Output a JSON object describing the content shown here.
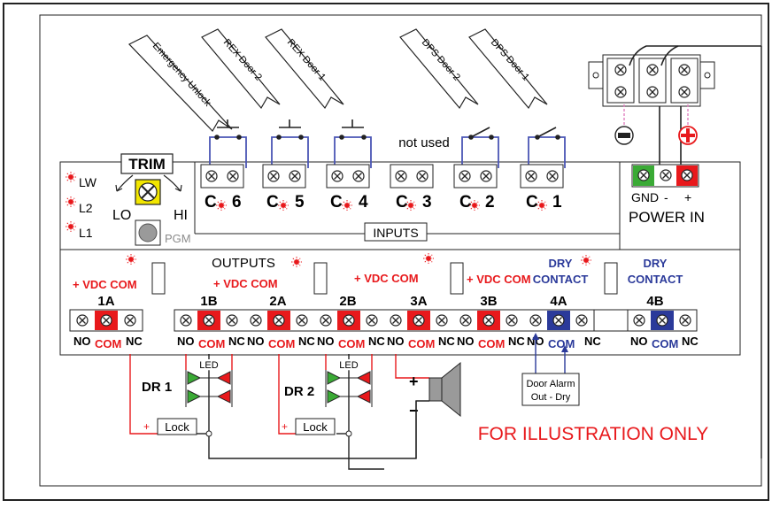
{
  "flags": {
    "emergency_unlock": "Emergency Unlock",
    "rex_door_2": "REX Door 2",
    "rex_door_1": "REX Door 1",
    "dps_door_2": "DPS Door 2",
    "dps_door_1": "DPS Door 1"
  },
  "trim": {
    "title": "TRIM",
    "lo": "LO",
    "hi": "HI",
    "pgm": "PGM"
  },
  "leds_left": [
    "LW",
    "L2",
    "L1"
  ],
  "inputs": {
    "title": "INPUTS",
    "not_used": "not used",
    "c": "C",
    "numbers": [
      "6",
      "5",
      "4",
      "3",
      "2",
      "1"
    ]
  },
  "power": {
    "title": "POWER IN",
    "gnd": "GND",
    "minus": "-",
    "plus": "+"
  },
  "outputs": {
    "title": "OUTPUTS",
    "vdc_com": "+ VDC COM",
    "dry": "DRY",
    "contact": "CONTACT",
    "groups": [
      "1A",
      "1B",
      "2A",
      "2B",
      "3A",
      "3B",
      "4A",
      "4B"
    ],
    "no": "NO",
    "com": "COM",
    "nc": "NC"
  },
  "devices": {
    "led": "LED",
    "dr1": "DR 1",
    "dr2": "DR 2",
    "lock": "Lock",
    "plus": "+",
    "minus": "−",
    "door_alarm_1": "Door Alarm",
    "door_alarm_2": "Out - Dry"
  },
  "notice": "FOR ILLUSTRATION ONLY",
  "colors": {
    "red": "#e8191c",
    "blue": "#2b3a9a",
    "green": "#3aaa35",
    "yellow": "#f2e600",
    "wire_blue": "#4a55b5"
  }
}
